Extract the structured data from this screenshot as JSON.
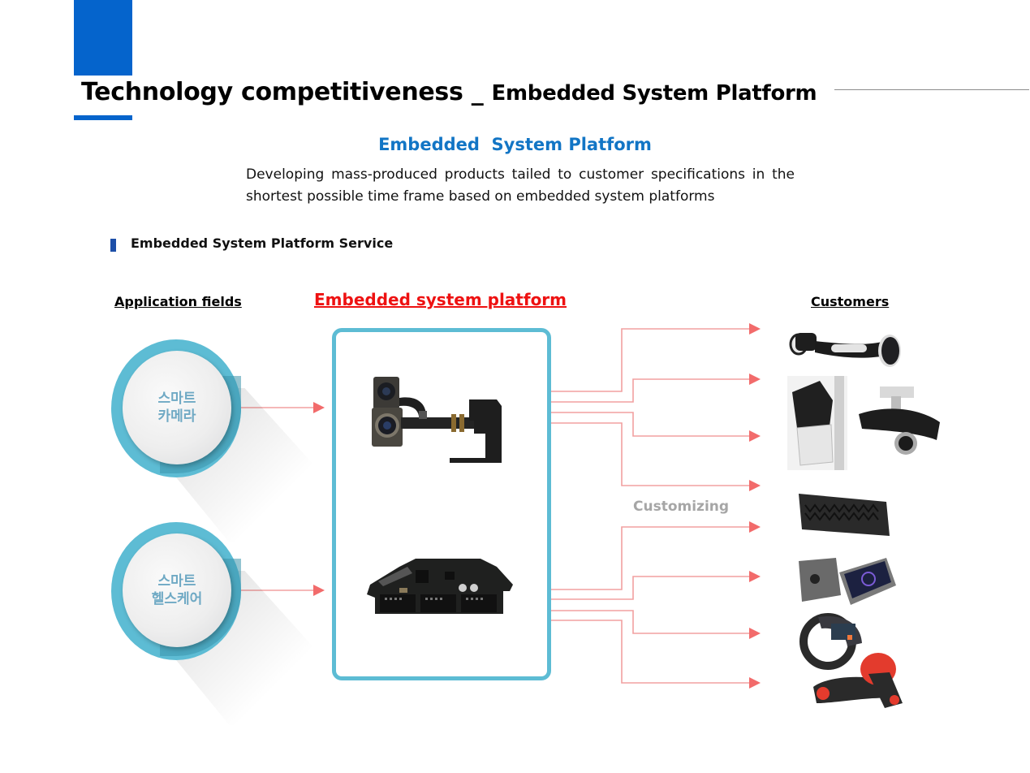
{
  "header": {
    "title_main": "Technology competitiveness _ ",
    "title_sub": "Embedded System Platform",
    "accent_color": "#0564cc"
  },
  "intro": {
    "heading": "Embedded  System Platform",
    "description": "Developing mass-produced products tailed to customer specifications in the shortest possible time frame based on embedded system platforms"
  },
  "service": {
    "label": "Embedded System Platform Service"
  },
  "diagram": {
    "application_fields_label": "Application fields",
    "platform_label": "Embedded system platform",
    "customers_label": "Customers",
    "customizing_label": "Customizing",
    "application_fields": [
      {
        "line1": "스마트",
        "line2": "카메라",
        "icon": "smart-camera"
      },
      {
        "line1": "스마트",
        "line2": "헬스케어",
        "icon": "smart-healthcare"
      }
    ],
    "platform_modules": [
      {
        "icon": "camera-module-board-icon"
      },
      {
        "icon": "pcb-controller-board-icon"
      }
    ],
    "customer_products": [
      {
        "icon": "handheld-gimbal-icon"
      },
      {
        "icon": "wall-camera-icon"
      },
      {
        "icon": "dashcam-icon"
      },
      {
        "icon": "bluetooth-speaker-icon"
      },
      {
        "icon": "health-monitor-devices-icon"
      },
      {
        "icon": "smartwatch-icon"
      },
      {
        "icon": "vr-controller-icon"
      }
    ],
    "colors": {
      "circle_ring": "#5dbcd4",
      "arrow": "#f26b6b",
      "platform_title": "#ee1111",
      "heading_blue": "#1275c5"
    }
  }
}
